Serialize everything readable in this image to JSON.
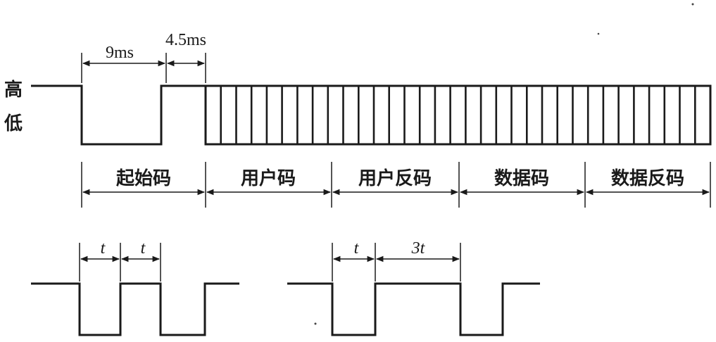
{
  "levels": {
    "high": "高",
    "low": "低"
  },
  "timing": {
    "start_low": "9ms",
    "start_high": "4.5ms"
  },
  "segments": [
    {
      "label": "起始码"
    },
    {
      "label": "用户码"
    },
    {
      "label": "用户反码"
    },
    {
      "label": "数据码"
    },
    {
      "label": "数据反码"
    }
  ],
  "bit_zero": {
    "low": "t",
    "high": "t"
  },
  "bit_one": {
    "low": "t",
    "high": "3t"
  }
}
